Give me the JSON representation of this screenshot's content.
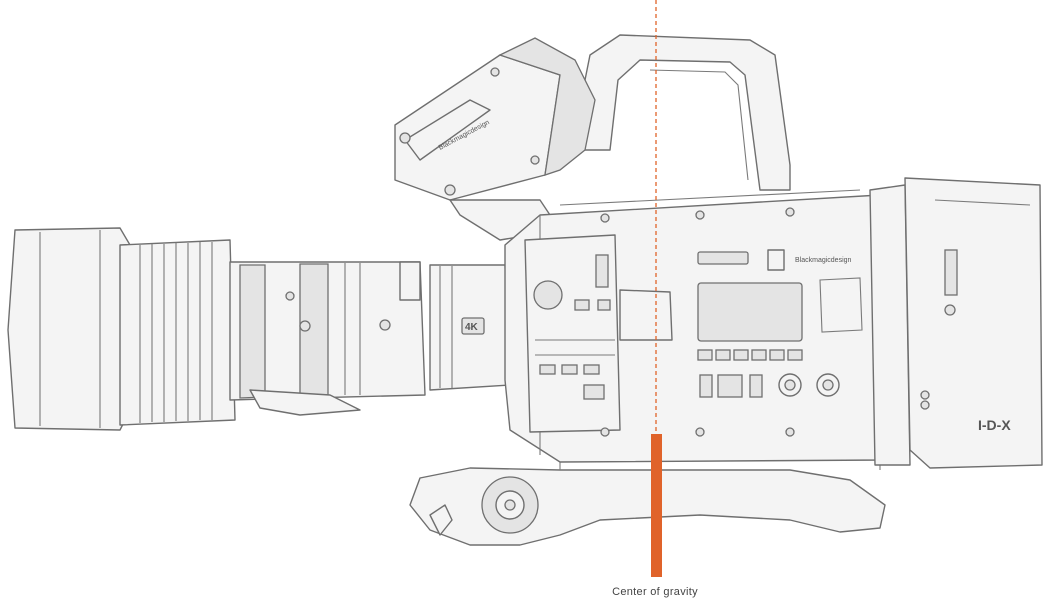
{
  "caption": "Center of gravity",
  "labels": {
    "resolution_badge": "4K",
    "brand": "Blackmagicdesign",
    "mount_badge": "I-D-X",
    "viewfinder_brand": "Blackmagicdesign"
  },
  "colors": {
    "gravity_marker": "#e0632a",
    "outline": "#6f6f6f",
    "fill": "#f4f4f4"
  }
}
